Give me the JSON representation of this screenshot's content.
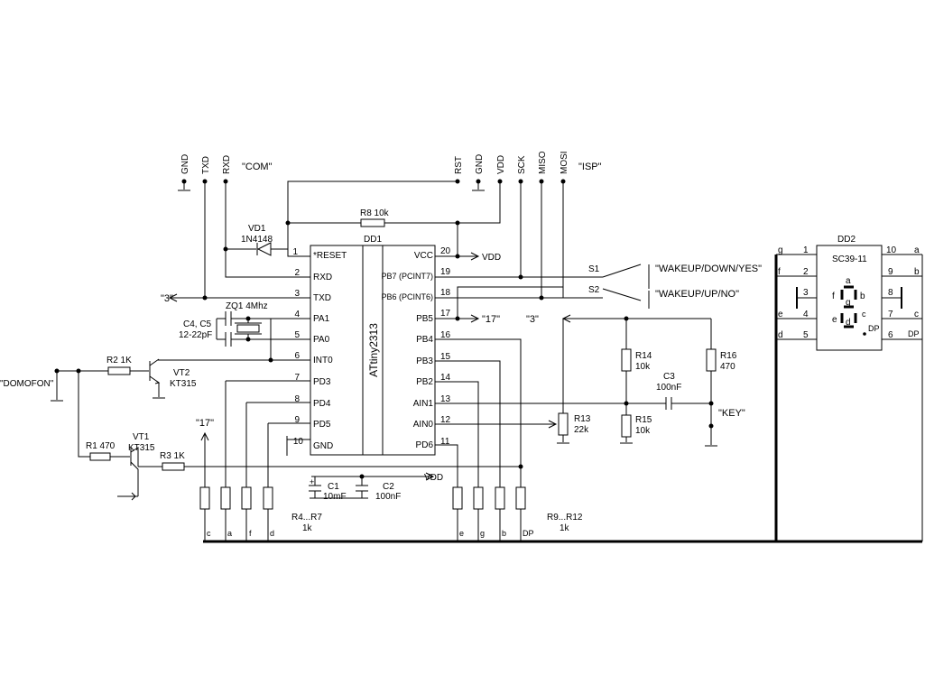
{
  "mcu": {
    "ref": "DD1",
    "part": "ATtiny2313",
    "left_pins": [
      {
        "num": "1",
        "name": "*RESET"
      },
      {
        "num": "2",
        "name": "RXD"
      },
      {
        "num": "3",
        "name": "TXD"
      },
      {
        "num": "4",
        "name": "PA1"
      },
      {
        "num": "5",
        "name": "PA0"
      },
      {
        "num": "6",
        "name": "INT0"
      },
      {
        "num": "7",
        "name": "PD3"
      },
      {
        "num": "8",
        "name": "PD4"
      },
      {
        "num": "9",
        "name": "PD5"
      },
      {
        "num": "10",
        "name": "GND"
      }
    ],
    "right_pins": [
      {
        "num": "20",
        "name": "VCC"
      },
      {
        "num": "19",
        "name": "PB7 (PCINT7)"
      },
      {
        "num": "18",
        "name": "PB6 (PCINT6)"
      },
      {
        "num": "17",
        "name": "PB5"
      },
      {
        "num": "16",
        "name": "PB4"
      },
      {
        "num": "15",
        "name": "PB3"
      },
      {
        "num": "14",
        "name": "PB2"
      },
      {
        "num": "13",
        "name": "AIN1"
      },
      {
        "num": "12",
        "name": "AIN0"
      },
      {
        "num": "11",
        "name": "PD6"
      }
    ]
  },
  "display": {
    "ref": "DD2",
    "part": "SC39-11",
    "left_pins": [
      {
        "seg": "g",
        "num": "1"
      },
      {
        "seg": "f",
        "num": "2"
      },
      {
        "seg": "",
        "num": "3"
      },
      {
        "seg": "e",
        "num": "4"
      },
      {
        "seg": "d",
        "num": "5"
      }
    ],
    "right_pins": [
      {
        "num": "10",
        "seg": "a"
      },
      {
        "num": "9",
        "seg": "b"
      },
      {
        "num": "8",
        "seg": ""
      },
      {
        "num": "7",
        "seg": "c"
      },
      {
        "num": "6",
        "seg": "DP"
      }
    ],
    "seg_letters": {
      "a": "a",
      "b": "b",
      "c": "c",
      "d": "d",
      "e": "e",
      "f": "f",
      "g": "g",
      "dp": "DP"
    }
  },
  "connectors": {
    "com": {
      "title": "\"COM\"",
      "pins": [
        "GND",
        "TXD",
        "RXD"
      ]
    },
    "isp": {
      "title": "\"ISP\"",
      "pins": [
        "RST",
        "GND",
        "VDD",
        "SCK",
        "MISO",
        "MOSI"
      ]
    }
  },
  "components": {
    "r8": "R8 10k",
    "vd1_ref": "VD1",
    "vd1_part": "1N4148",
    "zq1": "ZQ1 4Mhz",
    "c45_ref": "C4, C5",
    "c45_val": "12-22pF",
    "r2": "R2 1K",
    "vt2_ref": "VT2",
    "vt2_part": "KT315",
    "r1": "R1 470",
    "vt1_ref": "VT1",
    "vt1_part": "KT315",
    "r3": "R3 1K",
    "c1_ref": "C1",
    "c1_val": "10mF",
    "c2_ref": "C2",
    "c2_val": "100nF",
    "r4r7_ref": "R4...R7",
    "r4r7_val": "1k",
    "r9r12_ref": "R9...R12",
    "r9r12_val": "1k",
    "r13_ref": "R13",
    "r13_val": "22k",
    "r14_ref": "R14",
    "r14_val": "10k",
    "r15_ref": "R15",
    "r15_val": "10k",
    "r16_ref": "R16",
    "r16_val": "470",
    "c3_ref": "C3",
    "c3_val": "100nF",
    "s1_ref": "S1",
    "s1_label": "\"WAKEUP/DOWN/YES\"",
    "s2_ref": "S2",
    "s2_label": "\"WAKEUP/UP/NO\"",
    "c1_plus": "+"
  },
  "nets": {
    "vdd": "VDD",
    "domofon": "\"DOMOFON\"",
    "key": "\"KEY\"",
    "n3": "\"3\"",
    "n17": "\"17\""
  },
  "bus_labels": {
    "left": [
      "c",
      "a",
      "f",
      "d"
    ],
    "right": [
      "e",
      "g",
      "b",
      "DP"
    ]
  }
}
